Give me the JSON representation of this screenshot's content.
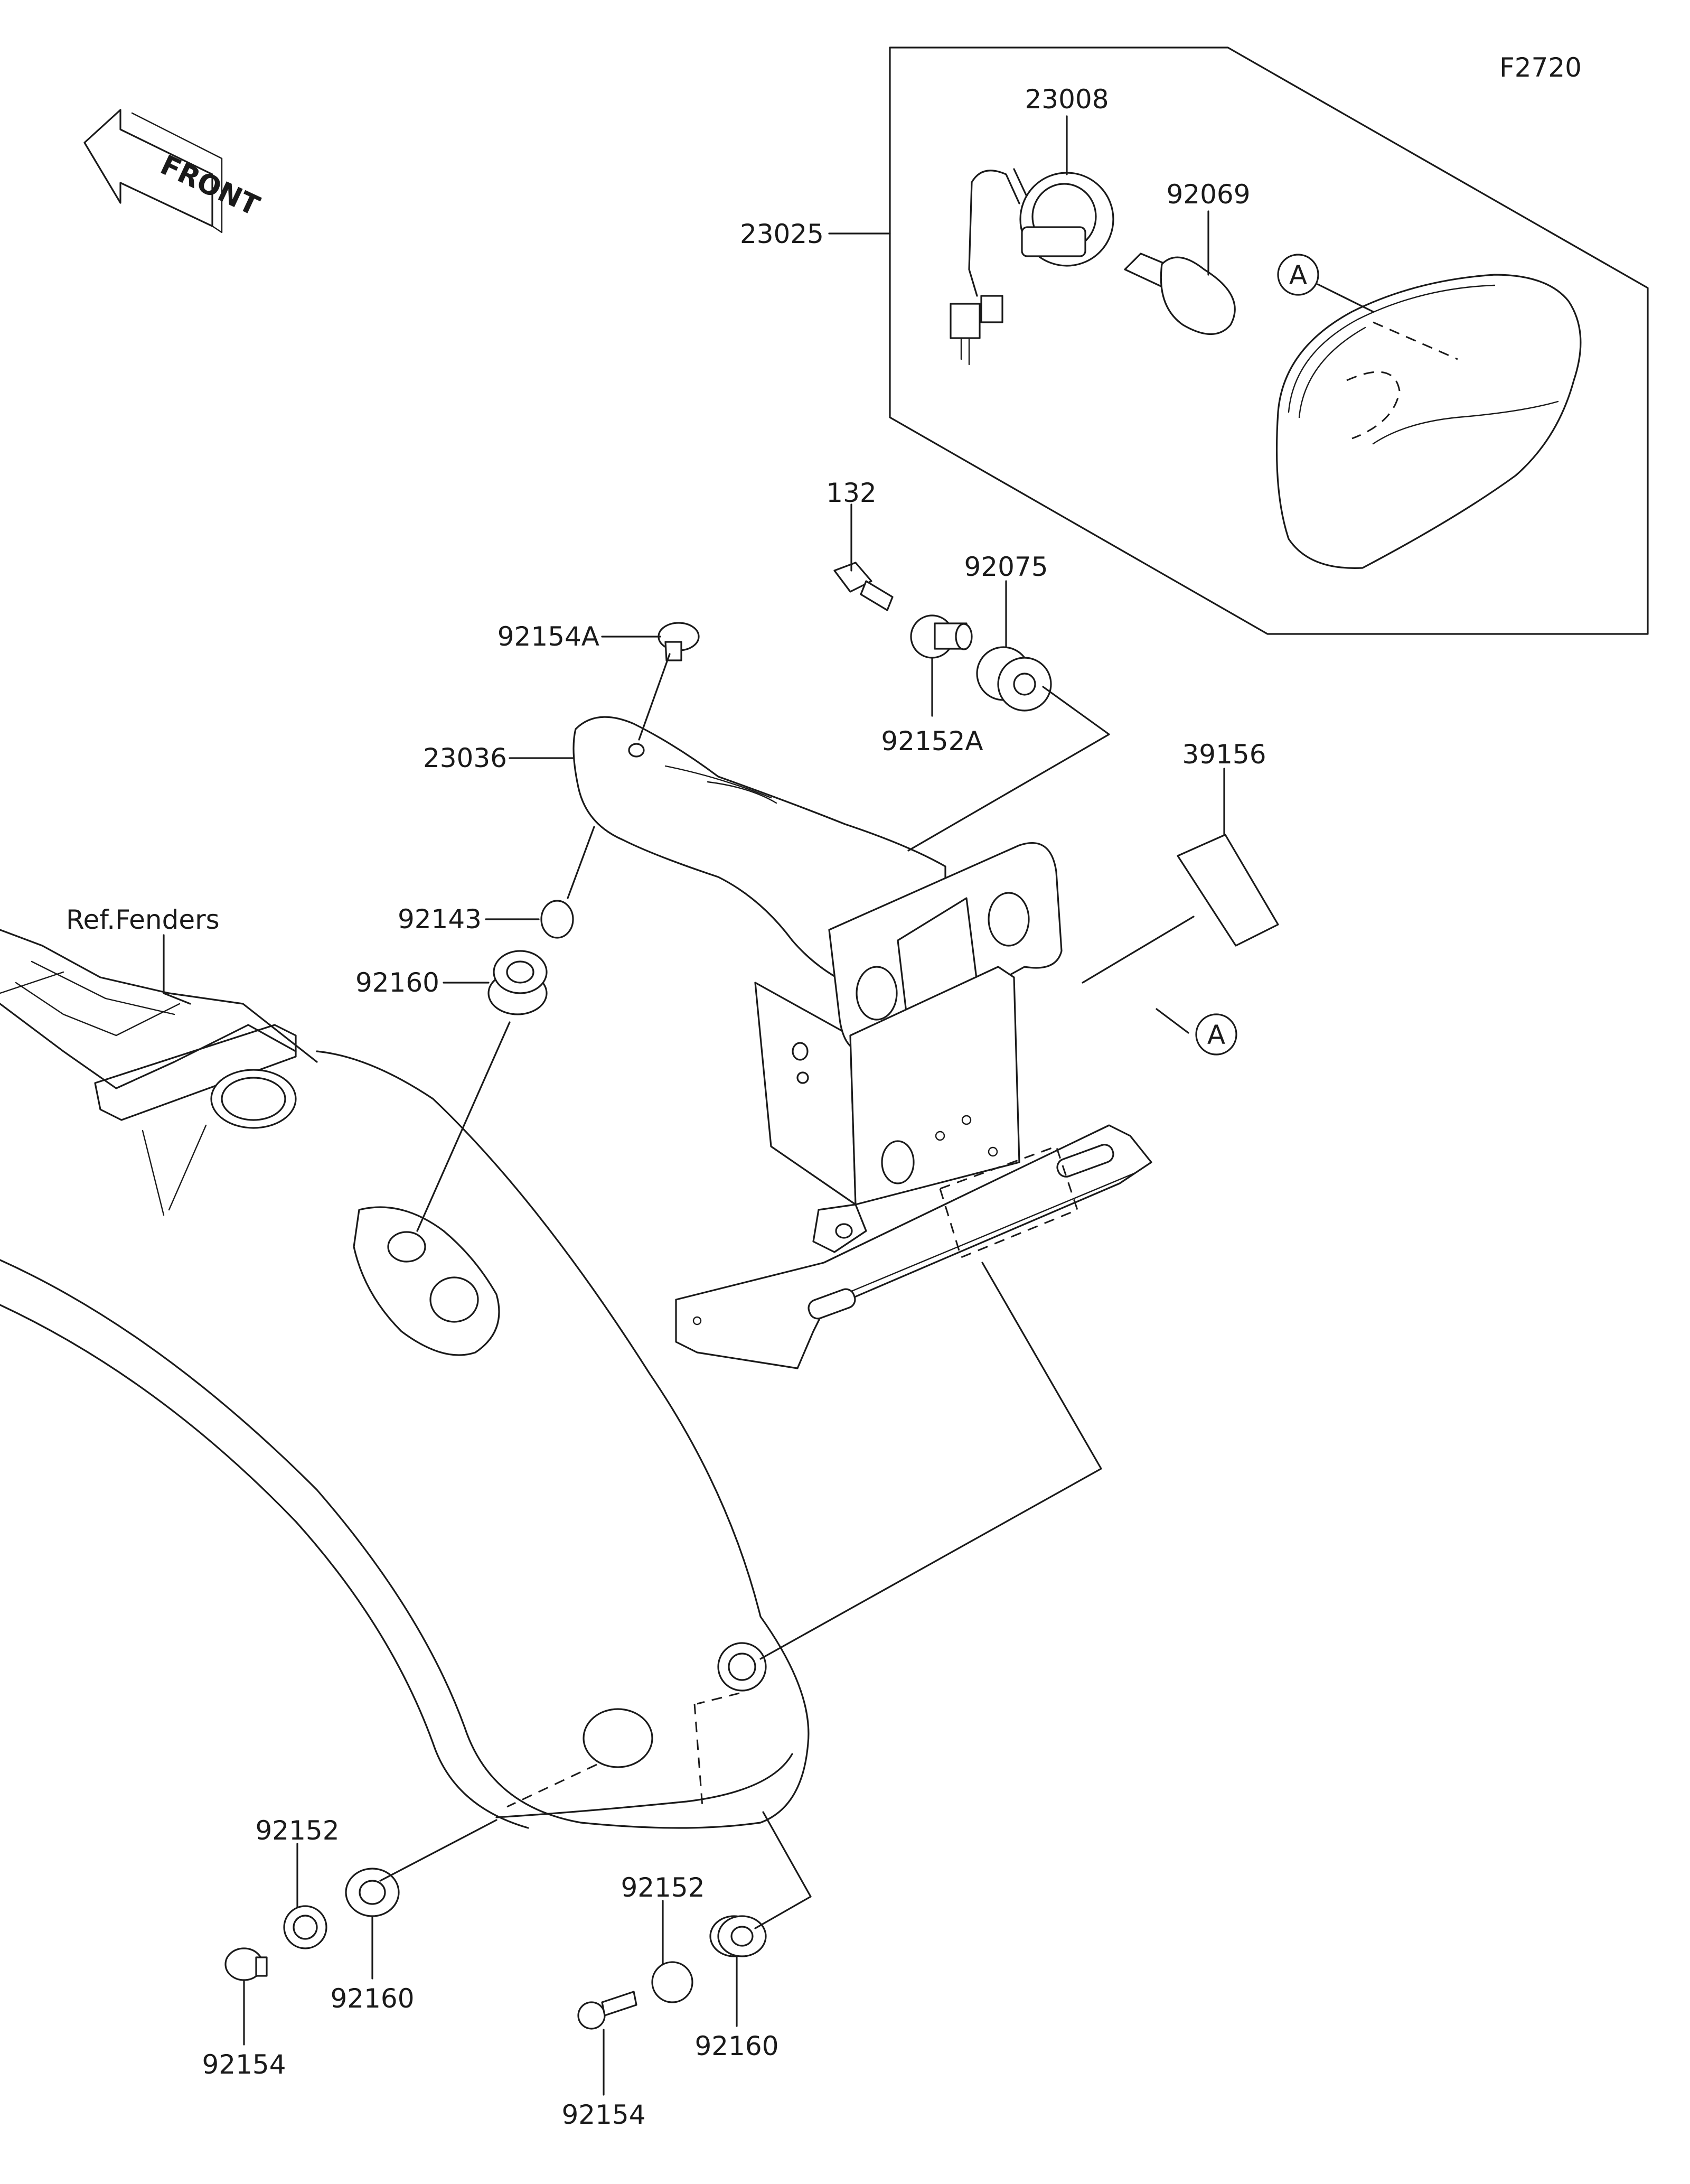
{
  "figure_code": "F2720",
  "front_label": "FRONT",
  "reference_label": "Ref.Fenders",
  "callout_letter": "A",
  "part_numbers": {
    "p23008": "23008",
    "p23025": "23025",
    "p92069": "92069",
    "p132": "132",
    "p92075": "92075",
    "p92154A": "92154A",
    "p92152A": "92152A",
    "p23036": "23036",
    "p39156": "39156",
    "p92143": "92143",
    "p92160_top": "92160",
    "p92152_left": "92152",
    "p92160_left": "92160",
    "p92154_left": "92154",
    "p92152_right": "92152",
    "p92160_right": "92160",
    "p92154_right": "92154"
  }
}
